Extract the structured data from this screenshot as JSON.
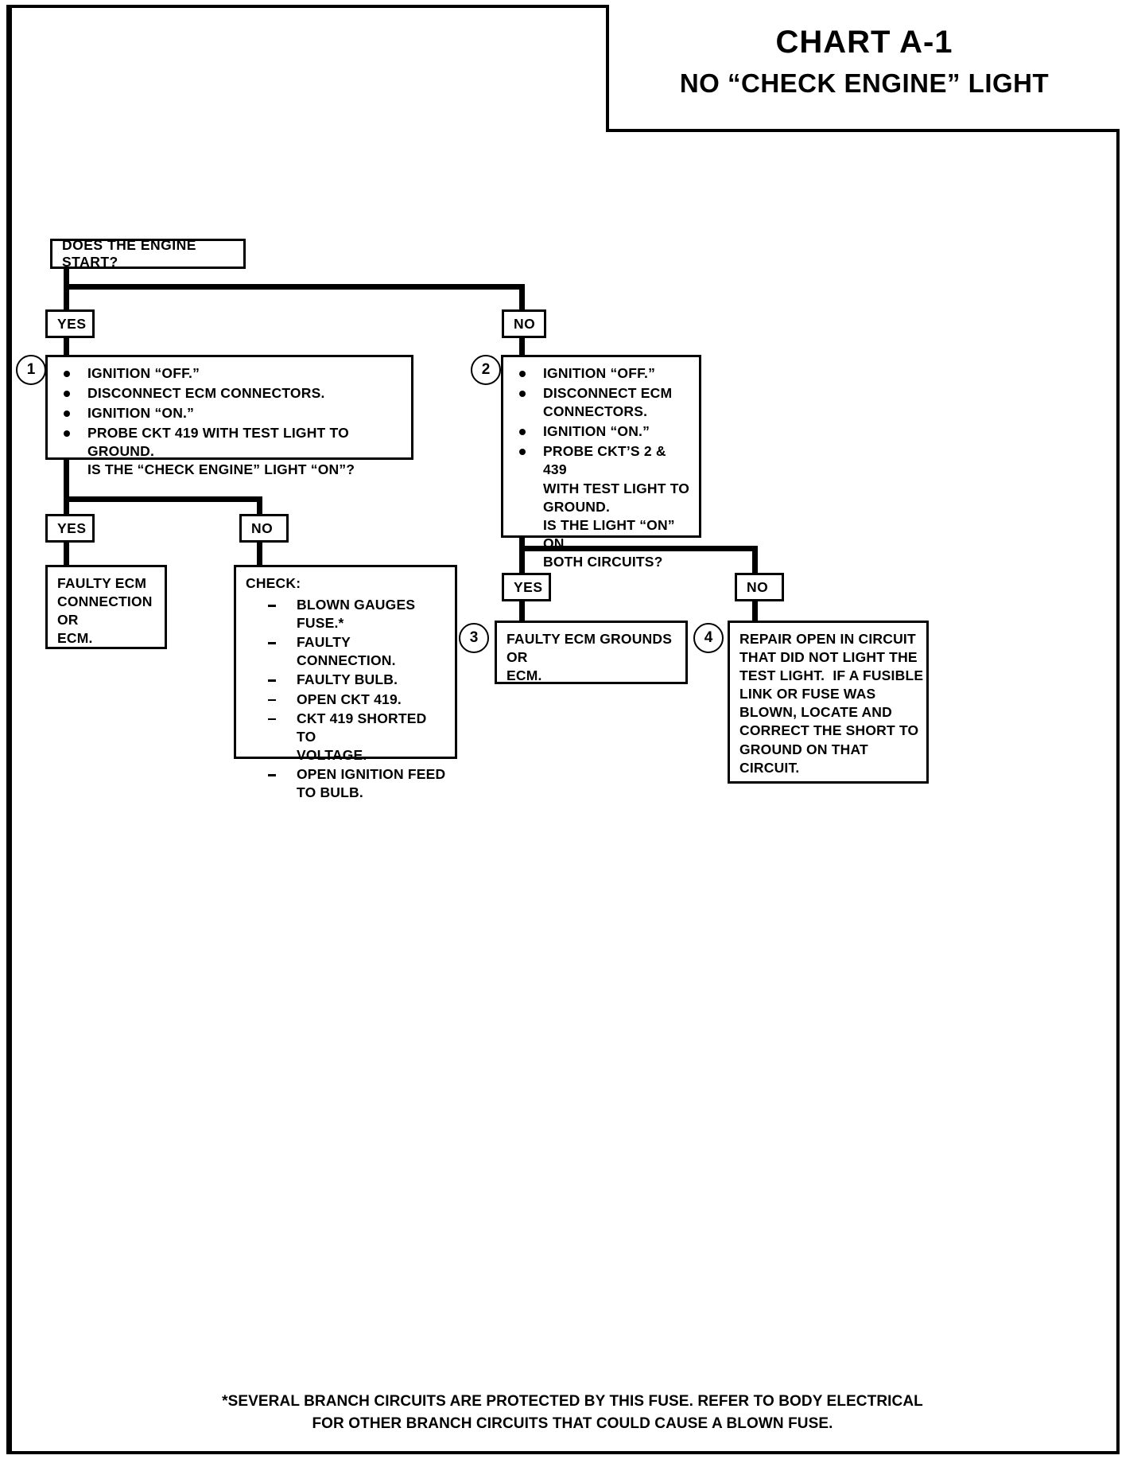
{
  "title": {
    "chart_id": "CHART A-1",
    "chart_name": "NO “CHECK ENGINE” LIGHT"
  },
  "diagram": {
    "type": "flowchart",
    "start": {
      "label": "DOES THE ENGINE START?"
    },
    "branch_labels": {
      "yes": "YES",
      "no": "NO"
    },
    "step1": {
      "number": "1",
      "bullets": [
        "IGNITION “OFF.”",
        "DISCONNECT ECM CONNECTORS.",
        "IGNITION “ON.”",
        "PROBE CKT 419 WITH TEST LIGHT TO GROUND."
      ],
      "trailing": "IS THE “CHECK ENGINE” LIGHT “ON”?"
    },
    "step2": {
      "number": "2",
      "bullets": [
        "IGNITION “OFF.”",
        "DISCONNECT ECM\nCONNECTORS.",
        "IGNITION “ON.”",
        "PROBE CKT’S 2 & 439\nWITH TEST LIGHT TO\nGROUND."
      ],
      "trailing": "IS THE LIGHT “ON” ON\nBOTH CIRCUITS?"
    },
    "result_faulty_ecm_connection": {
      "lines": [
        "FAULTY ECM",
        "CONNECTION",
        "OR",
        "ECM."
      ]
    },
    "check_box": {
      "heading": "CHECK:",
      "items": [
        "BLOWN GAUGES\nFUSE.*",
        "FAULTY CONNECTION.",
        "FAULTY BULB.",
        "OPEN CKT 419.",
        "CKT 419 SHORTED TO\nVOLTAGE.",
        "OPEN IGNITION FEED\nTO BULB."
      ]
    },
    "step3": {
      "number": "3",
      "lines": [
        "FAULTY ECM GROUNDS",
        "OR",
        "ECM."
      ]
    },
    "step4": {
      "number": "4",
      "lines": [
        "REPAIR OPEN IN CIRCUIT",
        "THAT DID NOT LIGHT THE",
        "TEST LIGHT.  IF A FUSIBLE",
        "LINK OR FUSE WAS",
        "BLOWN, LOCATE AND",
        "CORRECT THE SHORT TO",
        "GROUND ON THAT",
        "CIRCUIT."
      ]
    }
  },
  "footnote": {
    "line1": "*SEVERAL BRANCH CIRCUITS ARE PROTECTED BY THIS FUSE.  REFER TO BODY ELECTRICAL",
    "line2": "FOR OTHER BRANCH CIRCUITS THAT COULD CAUSE A BLOWN FUSE."
  }
}
